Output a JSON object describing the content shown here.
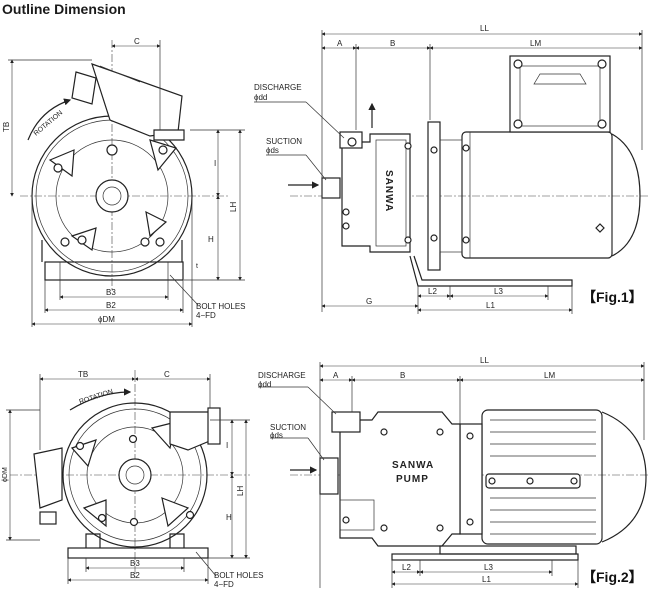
{
  "title": "Outline Dimension",
  "labels": {
    "C": "C",
    "TB": "TB",
    "LL": "LL",
    "A": "A",
    "B": "B",
    "LM": "LM",
    "rotation": "ROTATION",
    "discharge": "DISCHARGE",
    "dd": "ϕdd",
    "suction": "SUCTION",
    "ds": "ϕds",
    "I": "I",
    "LH": "LH",
    "H": "H",
    "B3": "B3",
    "B2": "B2",
    "DM": "ϕDM",
    "bolt_holes": "BOLT HOLES",
    "fd": "4−FD",
    "G": "G",
    "L2": "L2",
    "L3": "L3",
    "L1": "L1",
    "tdim": "t"
  },
  "brand1": "SANWA",
  "brand2a": "SANWA",
  "brand2b": "PUMP",
  "fig1": "【Fig.1】",
  "fig2": "【Fig.2】"
}
